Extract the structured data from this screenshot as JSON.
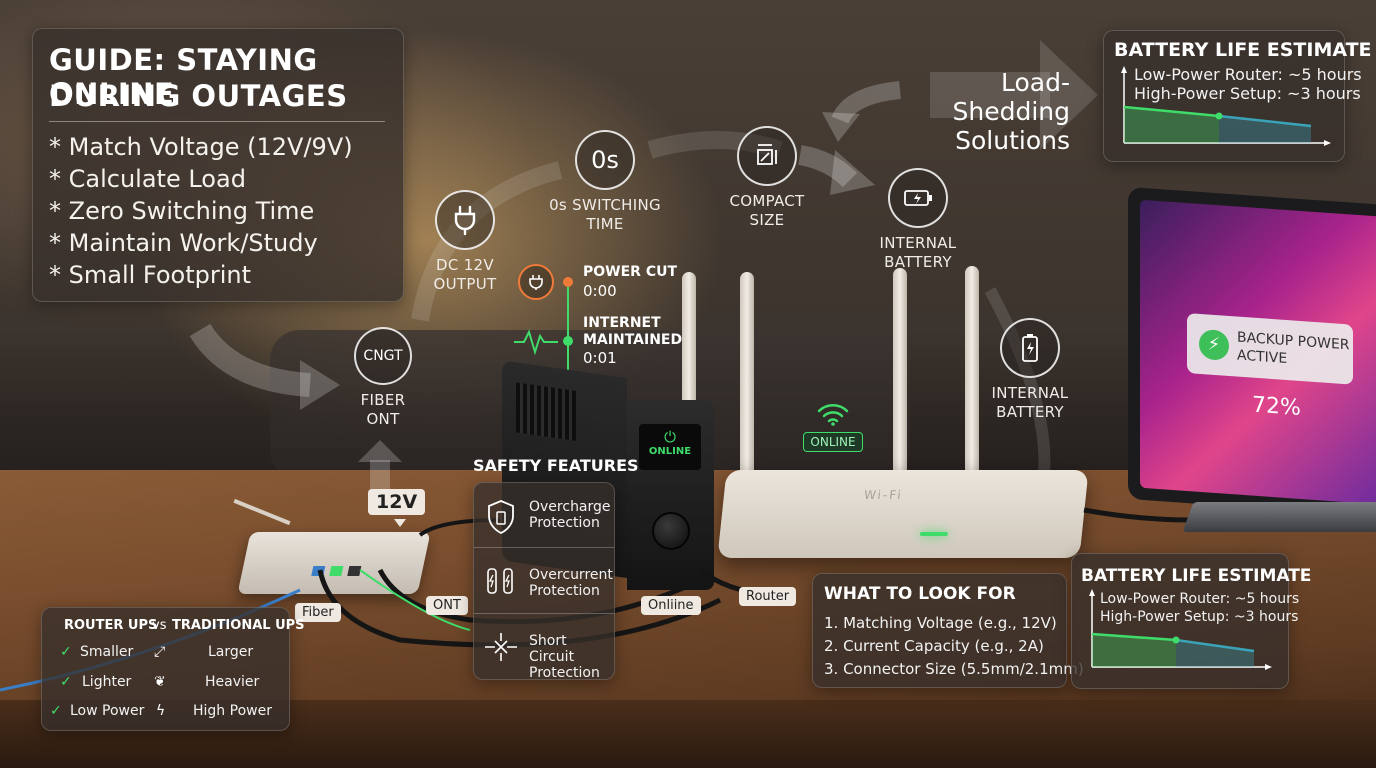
{
  "guide": {
    "title_line1": "GUIDE: STAYING ONLINE",
    "title_line2": "DURING OUTAGES",
    "items": [
      "* Match Voltage (12V/9V)",
      "* Calculate Load",
      "* Zero Switching Time",
      "* Maintain Work/Study",
      "* Small Footprint"
    ]
  },
  "nodes": {
    "fiber_ont": {
      "icon_text": "CNGT",
      "label1": "FIBER",
      "label2": "ONT"
    },
    "dc_output": {
      "label1": "DC 12V",
      "label2": "OUTPUT"
    },
    "switching": {
      "icon_text": "0s",
      "label1": "0s SWITCHING",
      "label2": "TIME"
    },
    "compact": {
      "label1": "COMPACT",
      "label2": "SIZE"
    },
    "internal_battery_top": {
      "label1": "INTERNAL",
      "label2": "BATTERY"
    },
    "internal_battery_right": {
      "label1": "INTERNAL",
      "label2": "BATTERY"
    }
  },
  "load_shedding": {
    "line1": "Load-Shedding",
    "line2": "Solutions"
  },
  "battery_top": {
    "title": "BATTERY LIFE ESTIMATE",
    "line1": "Low-Power Router: ~5 hours",
    "line2": "High-Power Setup: ~3 hours"
  },
  "battery_bottom": {
    "title": "BATTERY LIFE ESTIMATE",
    "line1": "Low-Power Router: ~5 hours",
    "line2": "High-Power Setup: ~3 hours"
  },
  "timeline": {
    "event1_title": "POWER CUT",
    "event1_time": "0:00",
    "event2_title_line1": "INTERNET",
    "event2_title_line2": "MAINTAINED",
    "event2_time": "0:01"
  },
  "ups_status": "ONLINE",
  "router_status": "ONLINE",
  "router_brand": "Wi-Fi",
  "laptop": {
    "status_line1": "BACKUP POWER",
    "status_line2": "ACTIVE",
    "percent": "72%"
  },
  "voltage_tag": "12V",
  "cable_tags": {
    "fiber": "Fiber",
    "ont": "ONT",
    "online": "Onliine",
    "router": "Router"
  },
  "safety": {
    "title": "SAFETY FEATURES",
    "items": [
      {
        "line1": "Overcharge",
        "line2": "Protection"
      },
      {
        "line1": "Overcurrent",
        "line2": "Protection"
      },
      {
        "line1": "Short Circuit",
        "line2": "Protection"
      }
    ]
  },
  "look_for": {
    "title": "WHAT TO LOOK FOR",
    "items": [
      "1. Matching Voltage (e.g., 12V)",
      "2. Current Capacity (e.g., 2A)",
      "3. Connector Size (5.5mm/2.1mm)"
    ]
  },
  "comparison": {
    "header_left": "ROUTER UPS",
    "header_vs": "vs",
    "header_right": "TRADITIONAL UPS",
    "rows": [
      {
        "left": "Smaller",
        "right": "Larger"
      },
      {
        "left": "Lighter",
        "right": "Heavier"
      },
      {
        "left": "Low Power",
        "right": "High Power"
      }
    ]
  },
  "colors": {
    "accent_green": "#3fdc6a",
    "accent_orange": "#f07a3a",
    "panel_bg": "#37302c",
    "teal": "#3aa3b8"
  }
}
